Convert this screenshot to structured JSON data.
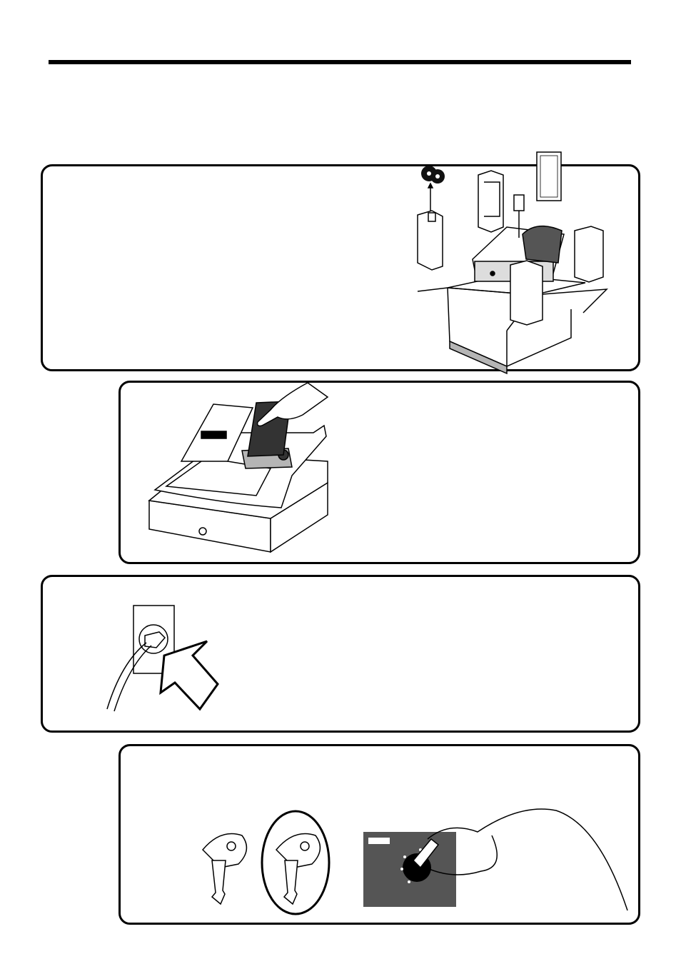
{
  "header": {
    "rule": "top-rule"
  },
  "steps": [
    {
      "id": "unpack",
      "illustration": "box-contents-illustration",
      "icon": "box-icon"
    },
    {
      "id": "remove-tape",
      "illustration": "register-tape-illustration",
      "icon": "hand-icon"
    },
    {
      "id": "plug-in",
      "illustration": "outlet-plug-illustration",
      "icon": "arrow-icon"
    },
    {
      "id": "insert-key",
      "illustration": "mode-keys-illustration",
      "icon": "key-icon",
      "label_visible": false
    }
  ],
  "colors": {
    "line": "#000000",
    "panel_bg": "#ffffff",
    "dark_panel": "#555555",
    "gray": "#b5b5b5"
  }
}
